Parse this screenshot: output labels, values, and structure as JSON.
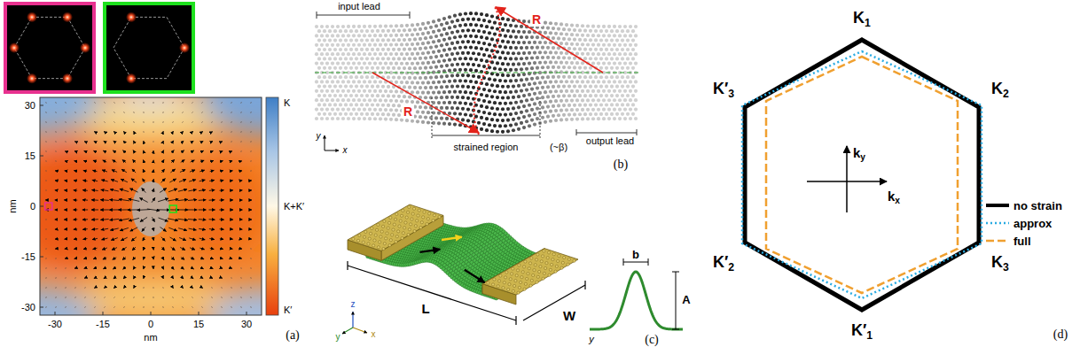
{
  "diagram": {
    "labels": [
      "30",
      "15",
      "0",
      "-15",
      "-30",
      "nm",
      "-30",
      "-15",
      "0",
      "15",
      "30",
      "nm",
      "K",
      "K+K′",
      "K′",
      "(a)",
      "input lead",
      "y",
      "x",
      "R",
      "R",
      "strained region",
      "(~β)",
      "output lead",
      "(b)",
      "z",
      "y",
      "x",
      "L",
      "W",
      "b",
      "A",
      "y",
      "(c)",
      "K1",
      "K′3",
      "K2",
      "K′2",
      "K3",
      "K′1",
      "ky",
      "kx",
      "(d)"
    ],
    "legend": [
      {
        "text": "no strain"
      },
      {
        "text": "approx"
      },
      {
        "text": "full"
      }
    ]
  }
}
